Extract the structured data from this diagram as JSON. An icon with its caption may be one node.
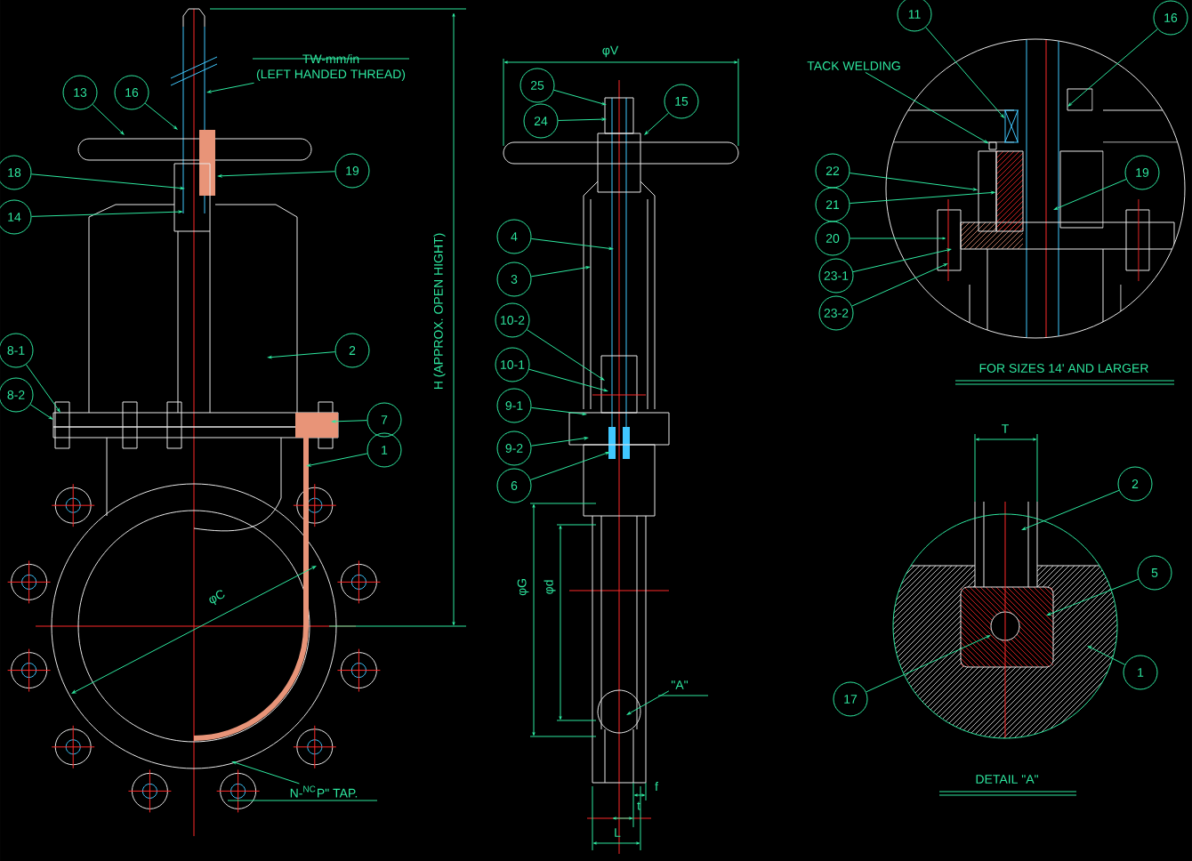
{
  "diagram": {
    "nodes": [
      {
        "text": [
          "TW-mm/in",
          "(LEFT HANDED THREAD)"
        ]
      },
      {
        "text": [
          "13"
        ]
      },
      {
        "text": [
          "16"
        ]
      },
      {
        "text": [
          "18"
        ]
      },
      {
        "text": [
          "19"
        ]
      },
      {
        "text": [
          "14"
        ]
      },
      {
        "text": [
          "2"
        ]
      },
      {
        "text": [
          "8-1"
        ]
      },
      {
        "text": [
          "8-2"
        ]
      },
      {
        "text": [
          "7"
        ]
      },
      {
        "text": [
          "1"
        ]
      },
      {
        "text": [
          "N-$^{NC}$P\" TAP."
        ]
      },
      {
        "text": [
          "25"
        ]
      },
      {
        "text": [
          "24"
        ]
      },
      {
        "text": [
          "15"
        ]
      },
      {
        "text": [
          "4"
        ]
      },
      {
        "text": [
          "3"
        ]
      },
      {
        "text": [
          "10-2"
        ]
      },
      {
        "text": [
          "10-1"
        ]
      },
      {
        "text": [
          "9-1"
        ]
      },
      {
        "text": [
          "9-2"
        ]
      },
      {
        "text": [
          "6"
        ]
      },
      {
        "text": [
          "\"A\""
        ]
      },
      {
        "text": [
          "11"
        ]
      },
      {
        "text": [
          "16"
        ]
      },
      {
        "text": [
          "TACK WELDING"
        ]
      },
      {
        "text": [
          "22"
        ]
      },
      {
        "text": [
          "21"
        ]
      },
      {
        "text": [
          "20"
        ]
      },
      {
        "text": [
          "19"
        ]
      },
      {
        "text": [
          "23-1"
        ]
      },
      {
        "text": [
          "23-2"
        ]
      },
      {
        "text": [
          "2"
        ]
      },
      {
        "text": [
          "5"
        ]
      },
      {
        "text": [
          "1"
        ]
      },
      {
        "text": [
          "17"
        ]
      },
      {
        "text": [],
        "shape": "box"
      },
      {
        "text": [],
        "shape": "box"
      },
      {
        "text": [],
        "shape": "box"
      },
      {
        "text": [],
        "shape": "box"
      }
    ],
    "edges": [
      {
        "from": 0,
        "to": null,
        "arrow": "to"
      },
      {
        "from": 1,
        "to": null,
        "arrow": "to"
      },
      {
        "from": 2,
        "to": null,
        "arrow": "to"
      },
      {
        "from": 3,
        "to": null,
        "arrow": "to"
      },
      {
        "from": 4,
        "to": null,
        "arrow": "to"
      },
      {
        "from": 5,
        "to": null,
        "arrow": "to"
      },
      {
        "from": 6,
        "to": null,
        "arrow": "to"
      },
      {
        "from": 7,
        "to": null,
        "arrow": "to"
      },
      {
        "from": 8,
        "to": null,
        "arrow": "to"
      },
      {
        "from": 9,
        "to": null,
        "arrow": "to"
      },
      {
        "from": 10,
        "to": null,
        "arrow": "to"
      },
      {
        "from": 11,
        "to": null,
        "arrow": "to"
      },
      {
        "from": 12,
        "to": null,
        "arrow": "to"
      },
      {
        "from": 13,
        "to": null,
        "arrow": "to"
      },
      {
        "from": 14,
        "to": null,
        "arrow": "to"
      },
      {
        "from": 15,
        "to": null,
        "arrow": "to"
      },
      {
        "from": 16,
        "to": null,
        "arrow": "to"
      },
      {
        "from": 17,
        "to": null,
        "arrow": "to"
      },
      {
        "from": 18,
        "to": null,
        "arrow": "to"
      },
      {
        "from": 19,
        "to": null,
        "arrow": "to"
      },
      {
        "from": 20,
        "to": null,
        "arrow": "to"
      },
      {
        "from": 21,
        "to": null,
        "arrow": "to"
      },
      {
        "from": 22,
        "to": null,
        "arrow": "to"
      },
      {
        "from": 23,
        "to": 36,
        "arrow": "to"
      },
      {
        "from": 24,
        "to": null,
        "arrow": "to"
      },
      {
        "from": 25,
        "to": 37,
        "arrow": "to"
      },
      {
        "from": 26,
        "to": 38,
        "arrow": "to"
      },
      {
        "from": 27,
        "to": 39,
        "arrow": "to"
      },
      {
        "from": 28,
        "to": null,
        "arrow": "to"
      },
      {
        "from": 29,
        "to": null,
        "arrow": "to"
      },
      {
        "from": 30,
        "to": null,
        "arrow": "to"
      },
      {
        "from": 31,
        "to": null,
        "arrow": "to"
      },
      {
        "from": 32,
        "to": null,
        "arrow": "to"
      },
      {
        "from": 33,
        "to": null,
        "arrow": "to"
      },
      {
        "from": 34,
        "to": null,
        "arrow": "to"
      },
      {
        "from": 35,
        "to": null,
        "arrow": "to"
      }
    ],
    "labels": [
      "φV",
      "H (APPROX. OPEN HIGHT)",
      "FOR SIZES 14' AND LARGER",
      "T",
      "φC",
      "φG",
      "φd",
      "f",
      "t",
      "L",
      "DETAIL \"A\""
    ]
  }
}
